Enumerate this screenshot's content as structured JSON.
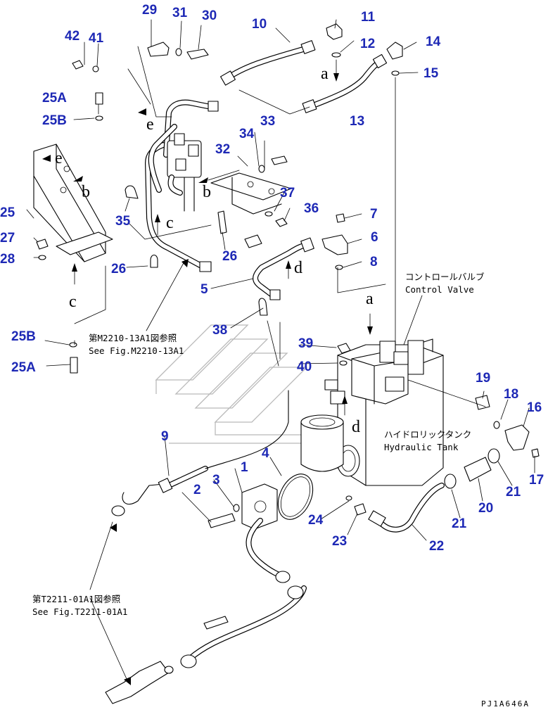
{
  "callouts": {
    "n1": "1",
    "n2": "2",
    "n3": "3",
    "n4": "4",
    "n5": "5",
    "n6": "6",
    "n7": "7",
    "n8": "8",
    "n9": "9",
    "n10": "10",
    "n11": "11",
    "n12": "12",
    "n13": "13",
    "n14": "14",
    "n15": "15",
    "n16": "16",
    "n17": "17",
    "n18": "18",
    "n19": "19",
    "n20": "20",
    "n21a": "21",
    "n21b": "21",
    "n22": "22",
    "n23": "23",
    "n24": "24",
    "n25": "25",
    "n25a_top": "25A",
    "n25b_top": "25B",
    "n25b_bot": "25B",
    "n25a_bot": "25A",
    "n26a": "26",
    "n26b": "26",
    "n27": "27",
    "n28": "28",
    "n29": "29",
    "n30": "30",
    "n31": "31",
    "n32": "32",
    "n33": "33",
    "n34": "34",
    "n35": "35",
    "n36": "36",
    "n37": "37",
    "n38": "38",
    "n39": "39",
    "n40": "40",
    "n41": "41",
    "n42": "42"
  },
  "letters": {
    "a_top": "a",
    "a_mid": "a",
    "b_bracket": "b",
    "b_valve": "b",
    "c_bracket": "c",
    "c_tube": "c",
    "d_tube": "d",
    "d_filter": "d",
    "e_upper": "e",
    "e_bracket": "e"
  },
  "labels": {
    "control_valve_jp": "コントロールバルブ",
    "control_valve_en": "Control Valve",
    "hydraulic_tank_jp": "ハイドロリックタンク",
    "hydraulic_tank_en": "Hydraulic Tank",
    "ref_m2210_jp": "第M2210-13A1図参照",
    "ref_m2210_en": "See Fig.M2210-13A1",
    "ref_t2211_jp": "第T2211-01A1図参照",
    "ref_t2211_en": "See Fig.T2211-01A1"
  },
  "drawing_code": "PJ1A646A"
}
